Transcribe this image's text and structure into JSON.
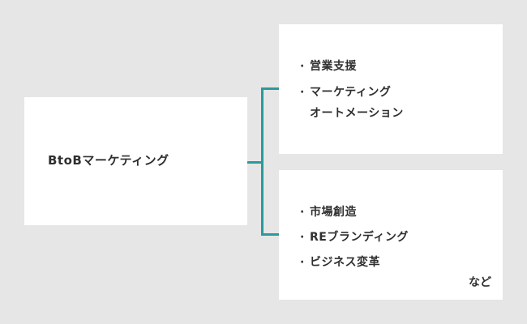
{
  "root": {
    "label": "BtoBマーケティング"
  },
  "branches": [
    {
      "items": [
        "営業支援",
        "マーケティング\nオートメーション"
      ]
    },
    {
      "items": [
        "市場創造",
        "REブランディング",
        "ビジネス変革"
      ],
      "footnote": "など"
    }
  ],
  "colors": {
    "background": "#e6e6e6",
    "box": "#ffffff",
    "connector": "#2a9a9c",
    "text": "#2f2f2f"
  }
}
